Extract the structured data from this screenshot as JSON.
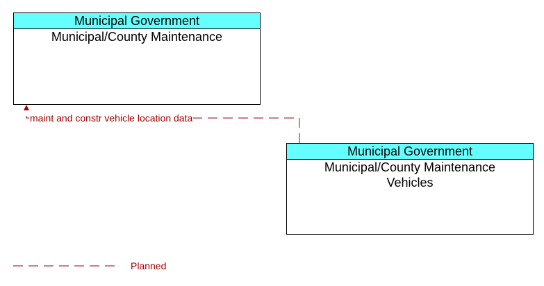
{
  "colors": {
    "header_fill": "#66ffff",
    "planned_flow": "#a00000",
    "border": "#000000"
  },
  "nodes": [
    {
      "id": "maintenance",
      "header": "Municipal Government",
      "lines": [
        "Municipal/County Maintenance"
      ]
    },
    {
      "id": "vehicles",
      "header": "Municipal Government",
      "lines": [
        "Municipal/County Maintenance",
        "Vehicles"
      ]
    }
  ],
  "flows": [
    {
      "label": "maint and constr vehicle location data",
      "status": "Planned",
      "from": "vehicles",
      "to": "maintenance"
    }
  ],
  "legend": {
    "planned_label": "Planned"
  }
}
